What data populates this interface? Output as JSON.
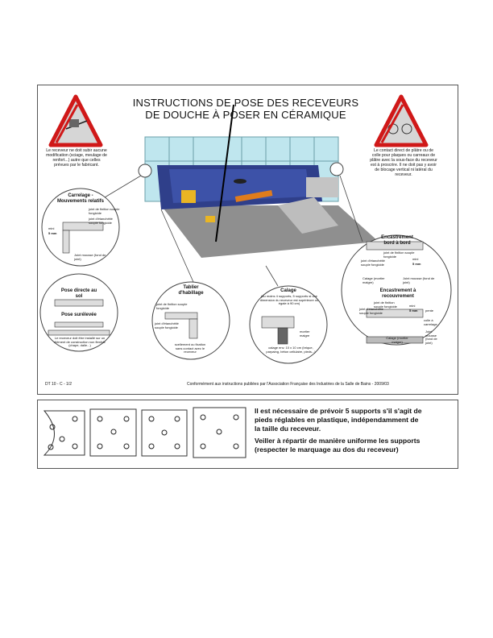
{
  "header": {
    "title_line1": "INSTRUCTIONS DE POSE DES RECEVEURS",
    "title_line2": "DE DOUCHE À POSER EN CÉRAMIQUE"
  },
  "warnings": {
    "left": "Le receveur ne doit subir aucune modification (sciage, meulage de renfort...) autre que celles prévues par le fabricant.",
    "right": "Le contact direct de plâtre ou de colle pour plaques ou carreaux de plâtre avec la sous-face du receveur est à proscrire. Il ne doit pas y avoir de blocage vertical ni latéral du receveur."
  },
  "details": {
    "carrelage": {
      "title": "Carrelage - Mouvements relatifs",
      "joint_finition": "joint de finition souple fongicide",
      "joint_etancheite": "joint d'étanchéité souple fongicide",
      "mini": "mini",
      "mm": "5 mm",
      "joint_mousse": "Joint mousse (fond de joint)"
    },
    "pose_directe": {
      "title": "Pose directe au sol"
    },
    "pose_surelevee": {
      "title": "Pose surélevée",
      "note": "Le receveur doit être installé sur un élément de construction non flexible (chape, dalle...)"
    },
    "tablier": {
      "title": "Tablier d'habillage",
      "joint_finition": "joint de finition souple fongicide",
      "joint_etancheite": "joint d'étanchéité souple fongicide",
      "scellement": "scellement ou fixation sans contact avec le receveur"
    },
    "calage": {
      "title": "Calage",
      "text": "(au moins 4 supports, 5 supports si une dimension du receveur est supérieure ou égale à 90 cm)",
      "mortier": "mortier maigre",
      "calage_note": "calage env. 10 x 10 cm (brique, parpaing, béton cellulaire, pieds...)"
    },
    "encastrement_bord": {
      "title": "Encastrement bord à bord",
      "joint_finition": "joint de finition souple fongicide",
      "joint_etancheite": "joint d'étanchéité souple fongicide",
      "mini": "mini",
      "mm": "5 mm",
      "calage": "Calage (mortier maigre)",
      "joint_mousse": "Joint mousse (fond de joint)"
    },
    "encastrement_recouvrement": {
      "title": "Encastrement à recouvrement",
      "joint_finition": "joint de finition souple fongicide",
      "joint_etancheite": "joint d'étanchéité souple fongicide",
      "mini": "mini",
      "mm": "5 mm",
      "pente": "pente",
      "colle": "colle à carrelage",
      "joint_mousse": "Joint mousse (fond de joint)",
      "calage": "Calage (mortier maigre)"
    }
  },
  "footer": {
    "ref": "DT 10 - C - 1/2",
    "note": "Conformément aux instructions publiées par l'Association Française des Industries de la Salle de Bains - 2009/03"
  },
  "bottom": {
    "line1": "Il est nécessaire de prévoir 5 supports s'il s'agit de",
    "line2": "pieds réglables en plastique, indépendamment de",
    "line3": "la taille du receveur.",
    "line4": "Veiller à répartir de manière uniforme les supports",
    "line5": "(respecter le marquage au dos du receveur)"
  }
}
